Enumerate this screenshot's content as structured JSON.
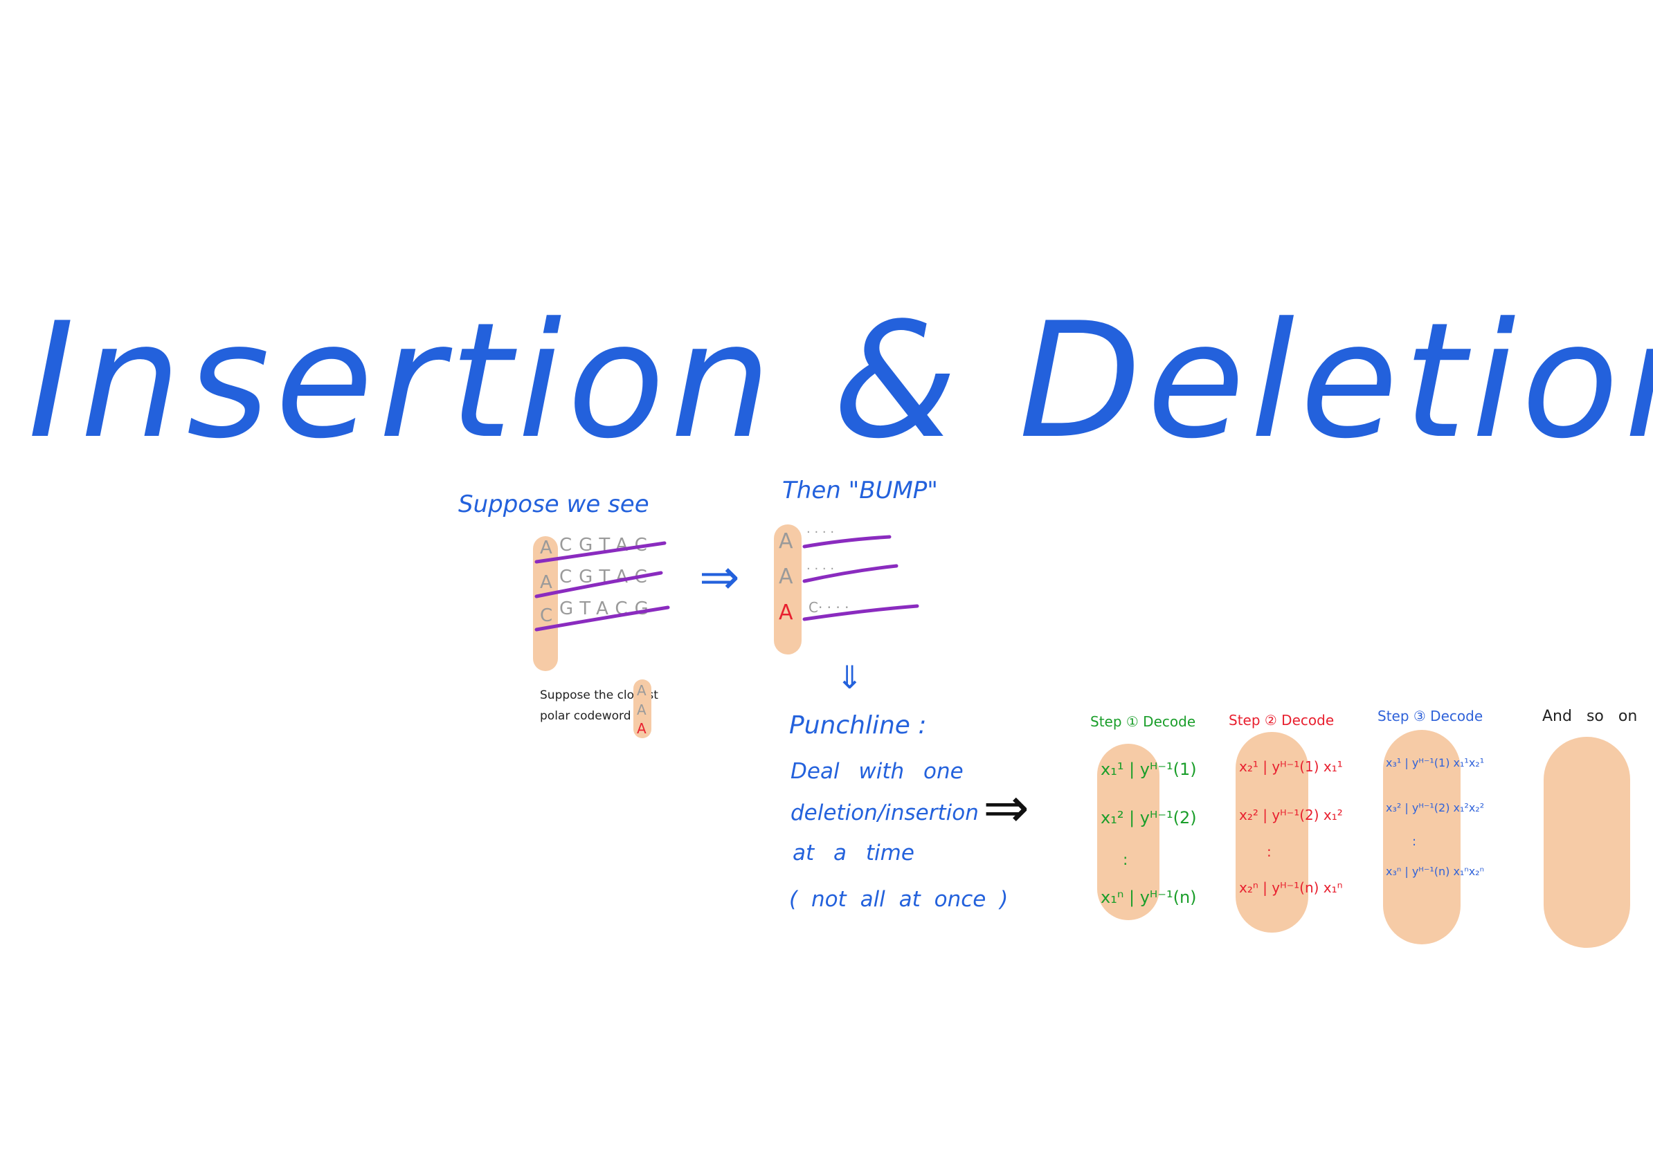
{
  "title": "Insertion & Deletion",
  "left_block": {
    "heading": "Suppose we see",
    "rows": [
      {
        "first": "A",
        "rest": "CGTAC"
      },
      {
        "first": "A",
        "rest": "CGTAC"
      },
      {
        "first": "C",
        "rest": "GTACG"
      }
    ],
    "note_line1": "Suppose the closest",
    "note_line2": "polar codeword is",
    "codeword": [
      "A",
      "A",
      "A"
    ]
  },
  "arrow_symbol": "⇒",
  "bump_block": {
    "heading": "Then \"BUMP\"",
    "rows": [
      {
        "first": "A",
        "rest": "· · · ·"
      },
      {
        "first": "A",
        "rest": "· · · ·"
      },
      {
        "first": "A",
        "rest": "C· · · ·"
      }
    ]
  },
  "down_arrow": "⇓",
  "punchline": {
    "heading": "Punchline :",
    "lines": [
      "Deal with one",
      "deletion/insertion",
      "at a time",
      "( not all at once )"
    ]
  },
  "steps": [
    {
      "label": "Step ① Decode",
      "color": "#1a9e2a",
      "rows": [
        "x₁¹ | yᴴ⁻¹(1)",
        "x₁² | yᴴ⁻¹(2)",
        ":",
        "x₁ⁿ | yᴴ⁻¹(n)"
      ]
    },
    {
      "label": "Step ② Decode",
      "color": "#e8202f",
      "rows": [
        "x₂¹ | yᴴ⁻¹(1)  x₁¹",
        "x₂² | yᴴ⁻¹(2)  x₁²",
        ":",
        "x₂ⁿ | yᴴ⁻¹(n)  x₁ⁿ"
      ]
    },
    {
      "label": "Step ③ Decode",
      "color": "#2f62d9",
      "rows": [
        "x₃¹ | yᴴ⁻¹(1) x₁¹x₂¹",
        "x₃² | yᴴ⁻¹(2) x₁²x₂²",
        ":",
        "x₃ⁿ | yᴴ⁻¹(n) x₁ⁿx₂ⁿ"
      ]
    },
    {
      "label": "And so on",
      "color": "#222222",
      "rows": []
    }
  ],
  "colors": {
    "ink_blue": "#2361dc",
    "peach": "#f6cba6",
    "purple": "#8a2bbf",
    "red": "#e8202f",
    "green": "#1a9e2a",
    "gray": "#9a9a9a"
  }
}
